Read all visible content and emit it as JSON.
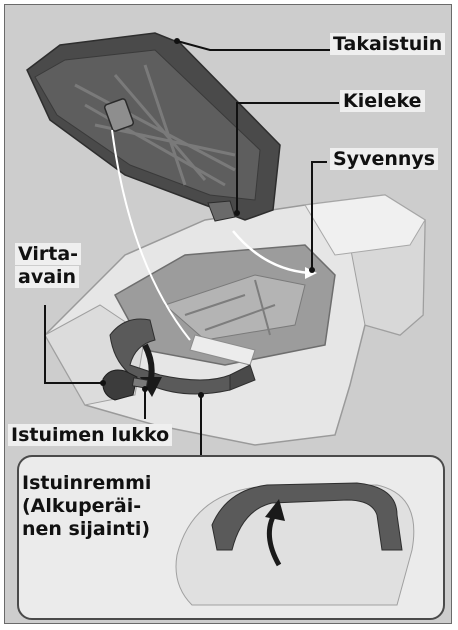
{
  "labels": {
    "rear_seat": "Takaistuin",
    "tab": "Kieleke",
    "recess": "Syvennys",
    "ignition_key_line1": "Virta-",
    "ignition_key_line2": "avain",
    "seat_lock": "Istuimen lukko",
    "seat_strap_line1": "Istuinremmi",
    "seat_strap_line2": "(Alkuperäi-",
    "seat_strap_line3": "nen sijainti)"
  },
  "colors": {
    "background": "#cdcdcd",
    "seat": "#4a4a4a",
    "body": "#e6e6e6",
    "strap": "#5a5a5a",
    "leader": "#111111"
  }
}
